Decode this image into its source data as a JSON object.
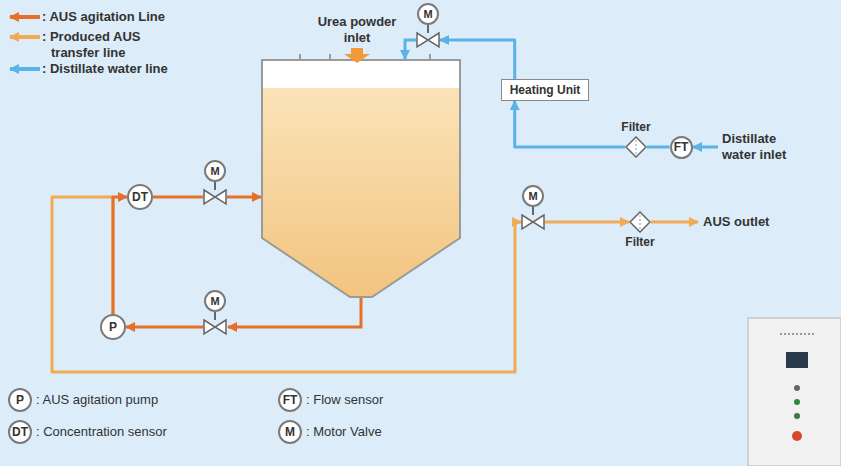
{
  "diagram": {
    "nodes": [
      {
        "text": [
          "M"
        ]
      },
      {
        "text": [
          "Heating Unit"
        ]
      },
      {
        "text": [
          "Filter"
        ]
      },
      {
        "text": [
          "FT"
        ]
      },
      {
        "text": [
          "DT"
        ]
      },
      {
        "text": [
          "M"
        ]
      },
      {
        "text": [
          "M"
        ]
      },
      {
        "text": [
          "Filter"
        ]
      },
      {
        "text": [
          "P"
        ]
      },
      {
        "text": [
          "M"
        ]
      },
      {
        "text": [
          "P"
        ]
      },
      {
        "text": [
          "DT"
        ]
      },
      {
        "text": [
          "FT"
        ]
      },
      {
        "text": [
          "M"
        ]
      }
    ],
    "edges": [
      {
        "from": 1,
        "to": 0,
        "arrow": "to"
      },
      {
        "from": 2,
        "to": 1,
        "arrow": "to"
      },
      {
        "from": 3,
        "to": 2,
        "arrow": "none"
      },
      {
        "from": 8,
        "to": 4,
        "arrow": "to"
      },
      {
        "from": 4,
        "to": 5,
        "arrow": "none"
      },
      {
        "from": 9,
        "to": 8,
        "arrow": "to"
      },
      {
        "from": 8,
        "to": 6,
        "arrow": "to"
      },
      {
        "from": 6,
        "to": 7,
        "arrow": "to"
      }
    ],
    "labels": [
      "Urea powder inlet",
      "Distillate water inlet",
      "AUS outlet",
      ": AUS agitation pump",
      ": Concentration sensor",
      ": Flow sensor",
      ": Motor Valve"
    ],
    "legend": [
      {
        "text": ": AUS agitation Line"
      },
      {
        "text": ": Produced AUS transfer line"
      },
      {
        "text": ": Distillate water line"
      }
    ]
  }
}
